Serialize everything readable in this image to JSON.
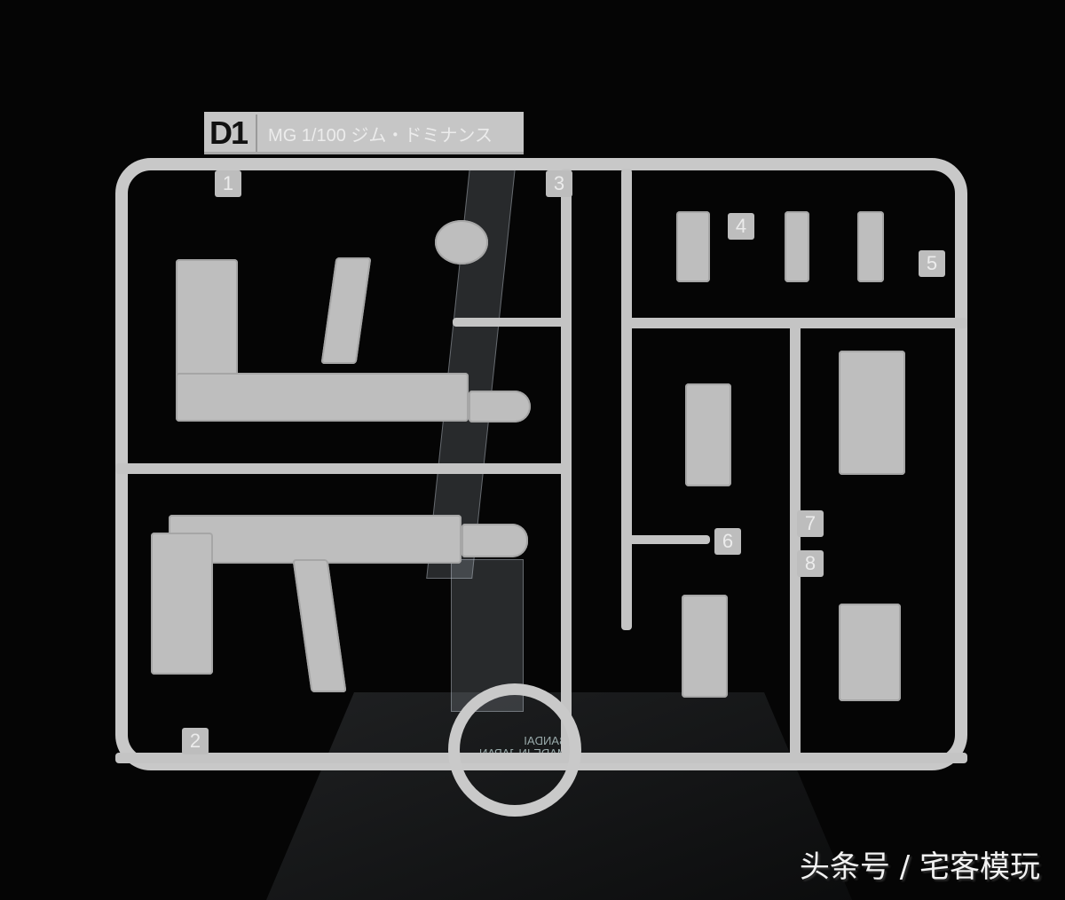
{
  "photo": {
    "subject": "model kit sprue runner on clear display stand",
    "background_color": "#050505",
    "plastic_color": "#c8c8c8"
  },
  "runner_plate": {
    "code": "D1",
    "text": "MG 1/100 ジム・ドミナンス"
  },
  "part_tags": [
    "1",
    "2",
    "3",
    "4",
    "5",
    "6",
    "7",
    "8"
  ],
  "stand_text": [
    "BANDAI",
    "MADE IN JAPAN"
  ],
  "watermark": "头条号 / 宅客模玩"
}
